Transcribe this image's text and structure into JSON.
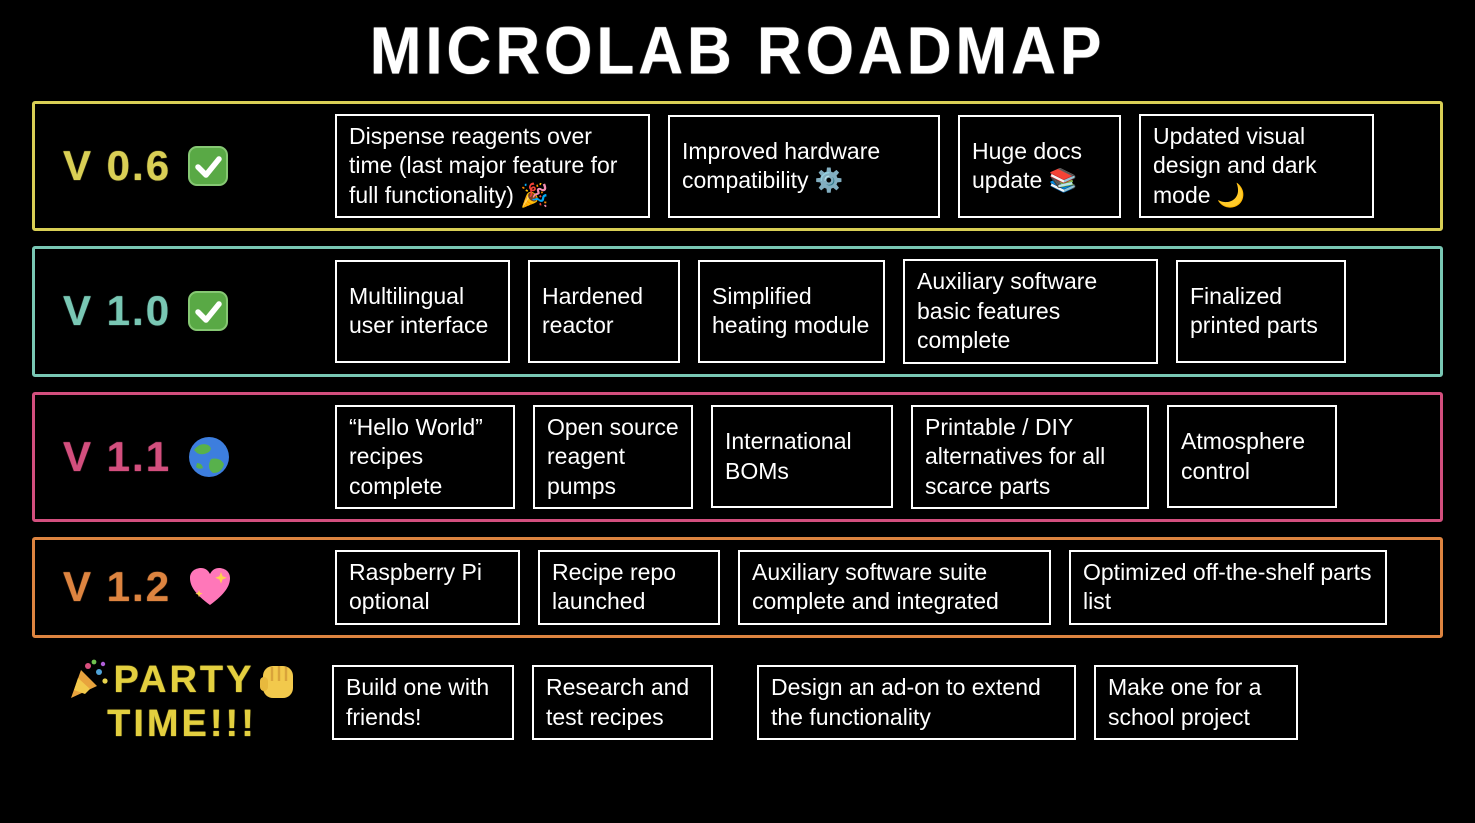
{
  "title": "MICROLAB ROADMAP",
  "colors": {
    "v06": "#d9cf55",
    "v10": "#79c7b4",
    "v11": "#d34f7e",
    "v12": "#dd8440",
    "party": "#e3cf3f",
    "item_border": "#ffffff",
    "background": "#000000",
    "check_green": "#59a945"
  },
  "rows": [
    {
      "version": "V 0.6",
      "badge": "✅",
      "items": [
        "Dispense reagents over time (last major feature for full functionality) 🎉",
        "Improved hardware compatibility ⚙️",
        "Huge docs update 📚",
        "Updated visual design and dark mode 🌙"
      ]
    },
    {
      "version": "V 1.0",
      "badge": "✅",
      "items": [
        "Multilingual user interface",
        "Hardened reactor",
        "Simplified heating module",
        "Auxiliary software basic features complete",
        "Finalized printed parts"
      ]
    },
    {
      "version": "V 1.1",
      "badge": "🌍",
      "items": [
        "“Hello World” recipes complete",
        "Open source reagent pumps",
        "International BOMs",
        "Printable / DIY alternatives for all scarce parts",
        "Atmosphere control"
      ]
    },
    {
      "version": "V 1.2",
      "badge": "💖",
      "items": [
        "Raspberry Pi optional",
        "Recipe repo launched",
        "Auxiliary software suite complete and integrated",
        "Optimized off-the-shelf parts list"
      ]
    }
  ],
  "party": {
    "line1": "PARTY",
    "line2": "TIME!!!",
    "left_emoji": "🎉",
    "right_emoji": "✊",
    "items": [
      "Build one with friends!",
      "Research and test recipes",
      "Design an ad-on to extend the functionality",
      "Make one for a school project"
    ]
  }
}
